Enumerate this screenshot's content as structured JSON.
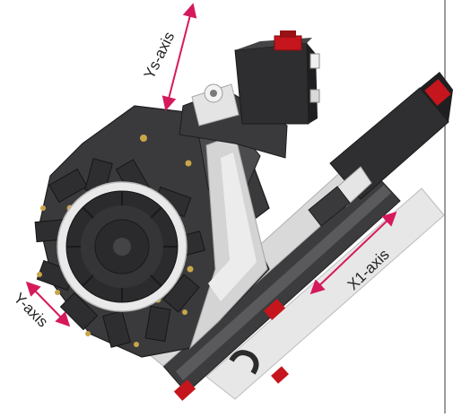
{
  "diagram": {
    "axis_labels": {
      "ys": "Ys-axis",
      "x1": "X1-axis",
      "y": "Y-axis"
    },
    "colors": {
      "arrow": "#d6195c",
      "body_dark": "#3a3a3c",
      "body_mid": "#4b4b4e",
      "frame": "#e7e7e7",
      "accent_red": "#c4161c",
      "brass": "#c9a64a"
    },
    "icons": [
      "turret-icon",
      "servo-motor-icon",
      "linear-guide-icon"
    ]
  }
}
